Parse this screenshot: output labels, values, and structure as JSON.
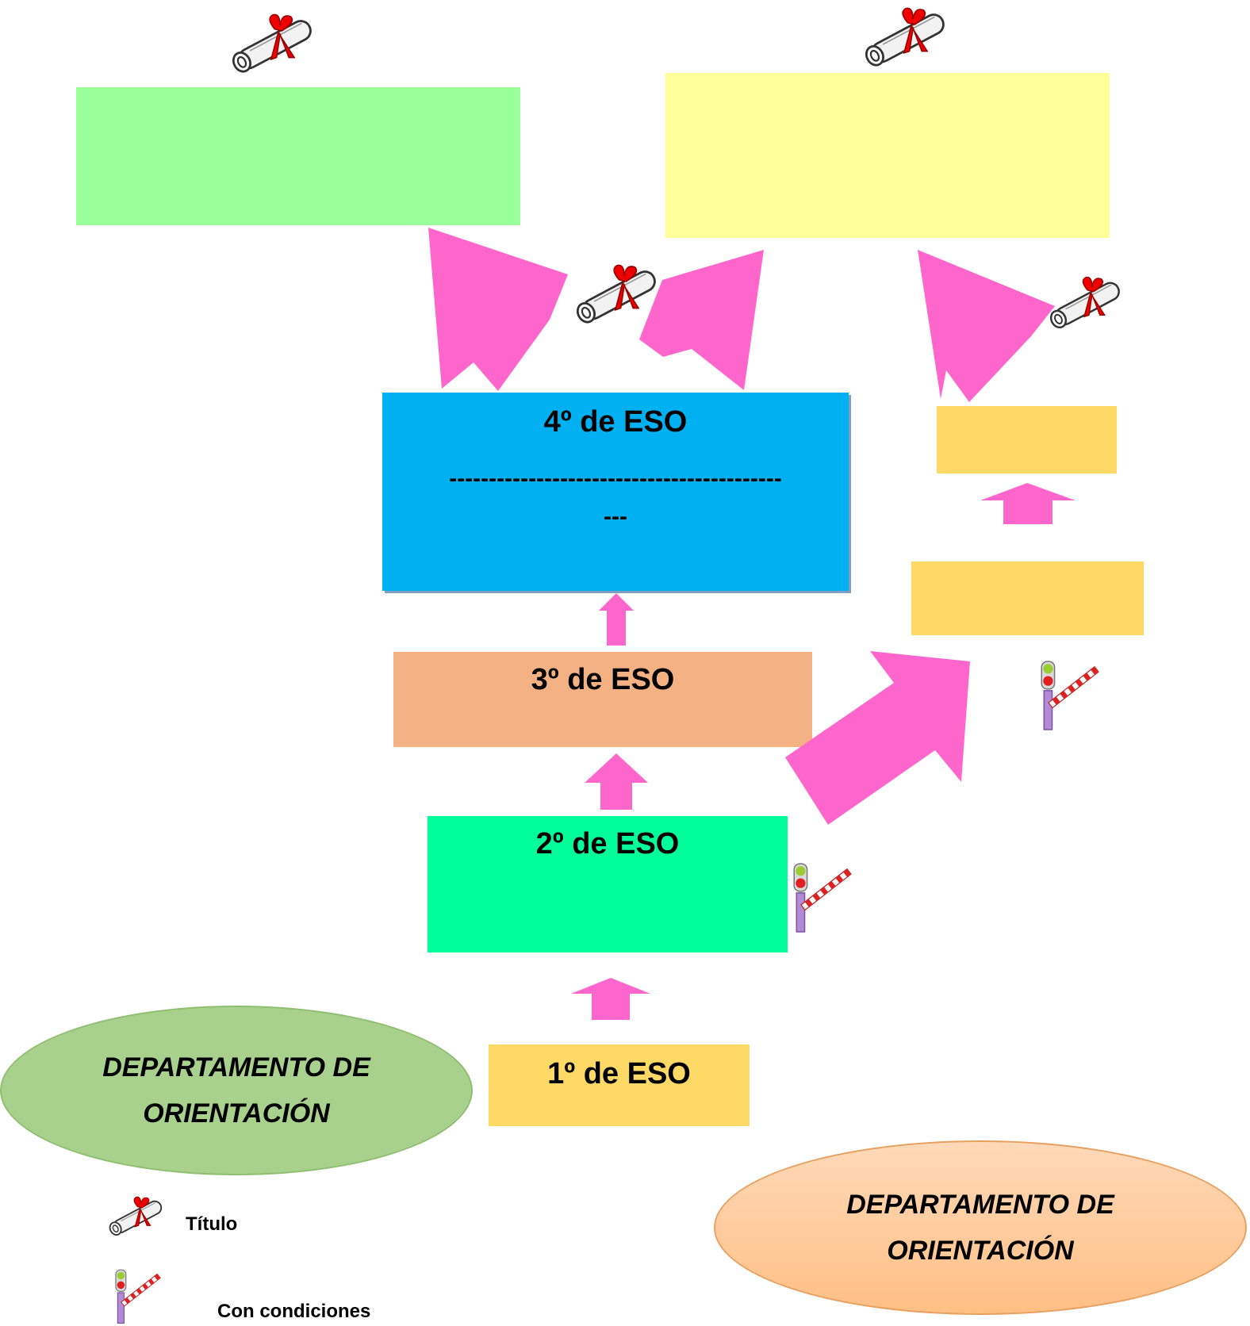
{
  "colors": {
    "arrow": "#ff66cc",
    "top_left_box": "#99ff99",
    "top_right_box": "#ffff99",
    "eso4": "#00b0f0",
    "eso3": "#f4b183",
    "eso2": "#00ff99",
    "eso1": "#ffd966",
    "right_boxes": "#ffd966",
    "ellipse_green": "#a9d18e",
    "ellipse_orange": "#ffc99c"
  },
  "boxes": {
    "eso4": {
      "title": "4º de ESO",
      "dashes": "------------------------------------------",
      "dashes_cont": "---"
    },
    "eso3": {
      "title": "3º de ESO"
    },
    "eso2": {
      "title": "2º de ESO"
    },
    "eso1": {
      "title": "1º de ESO"
    }
  },
  "ellipses": {
    "left": "DEPARTAMENTO DE\nORIENTACIÓN",
    "right": "DEPARTAMENTO DE\nORIENTACIÓN"
  },
  "icons": {
    "diploma": "diploma-scroll-icon",
    "barrier": "traffic-light-barrier-icon"
  },
  "legend": {
    "title_label": "Título",
    "conditions_label": "Con condiciones"
  }
}
